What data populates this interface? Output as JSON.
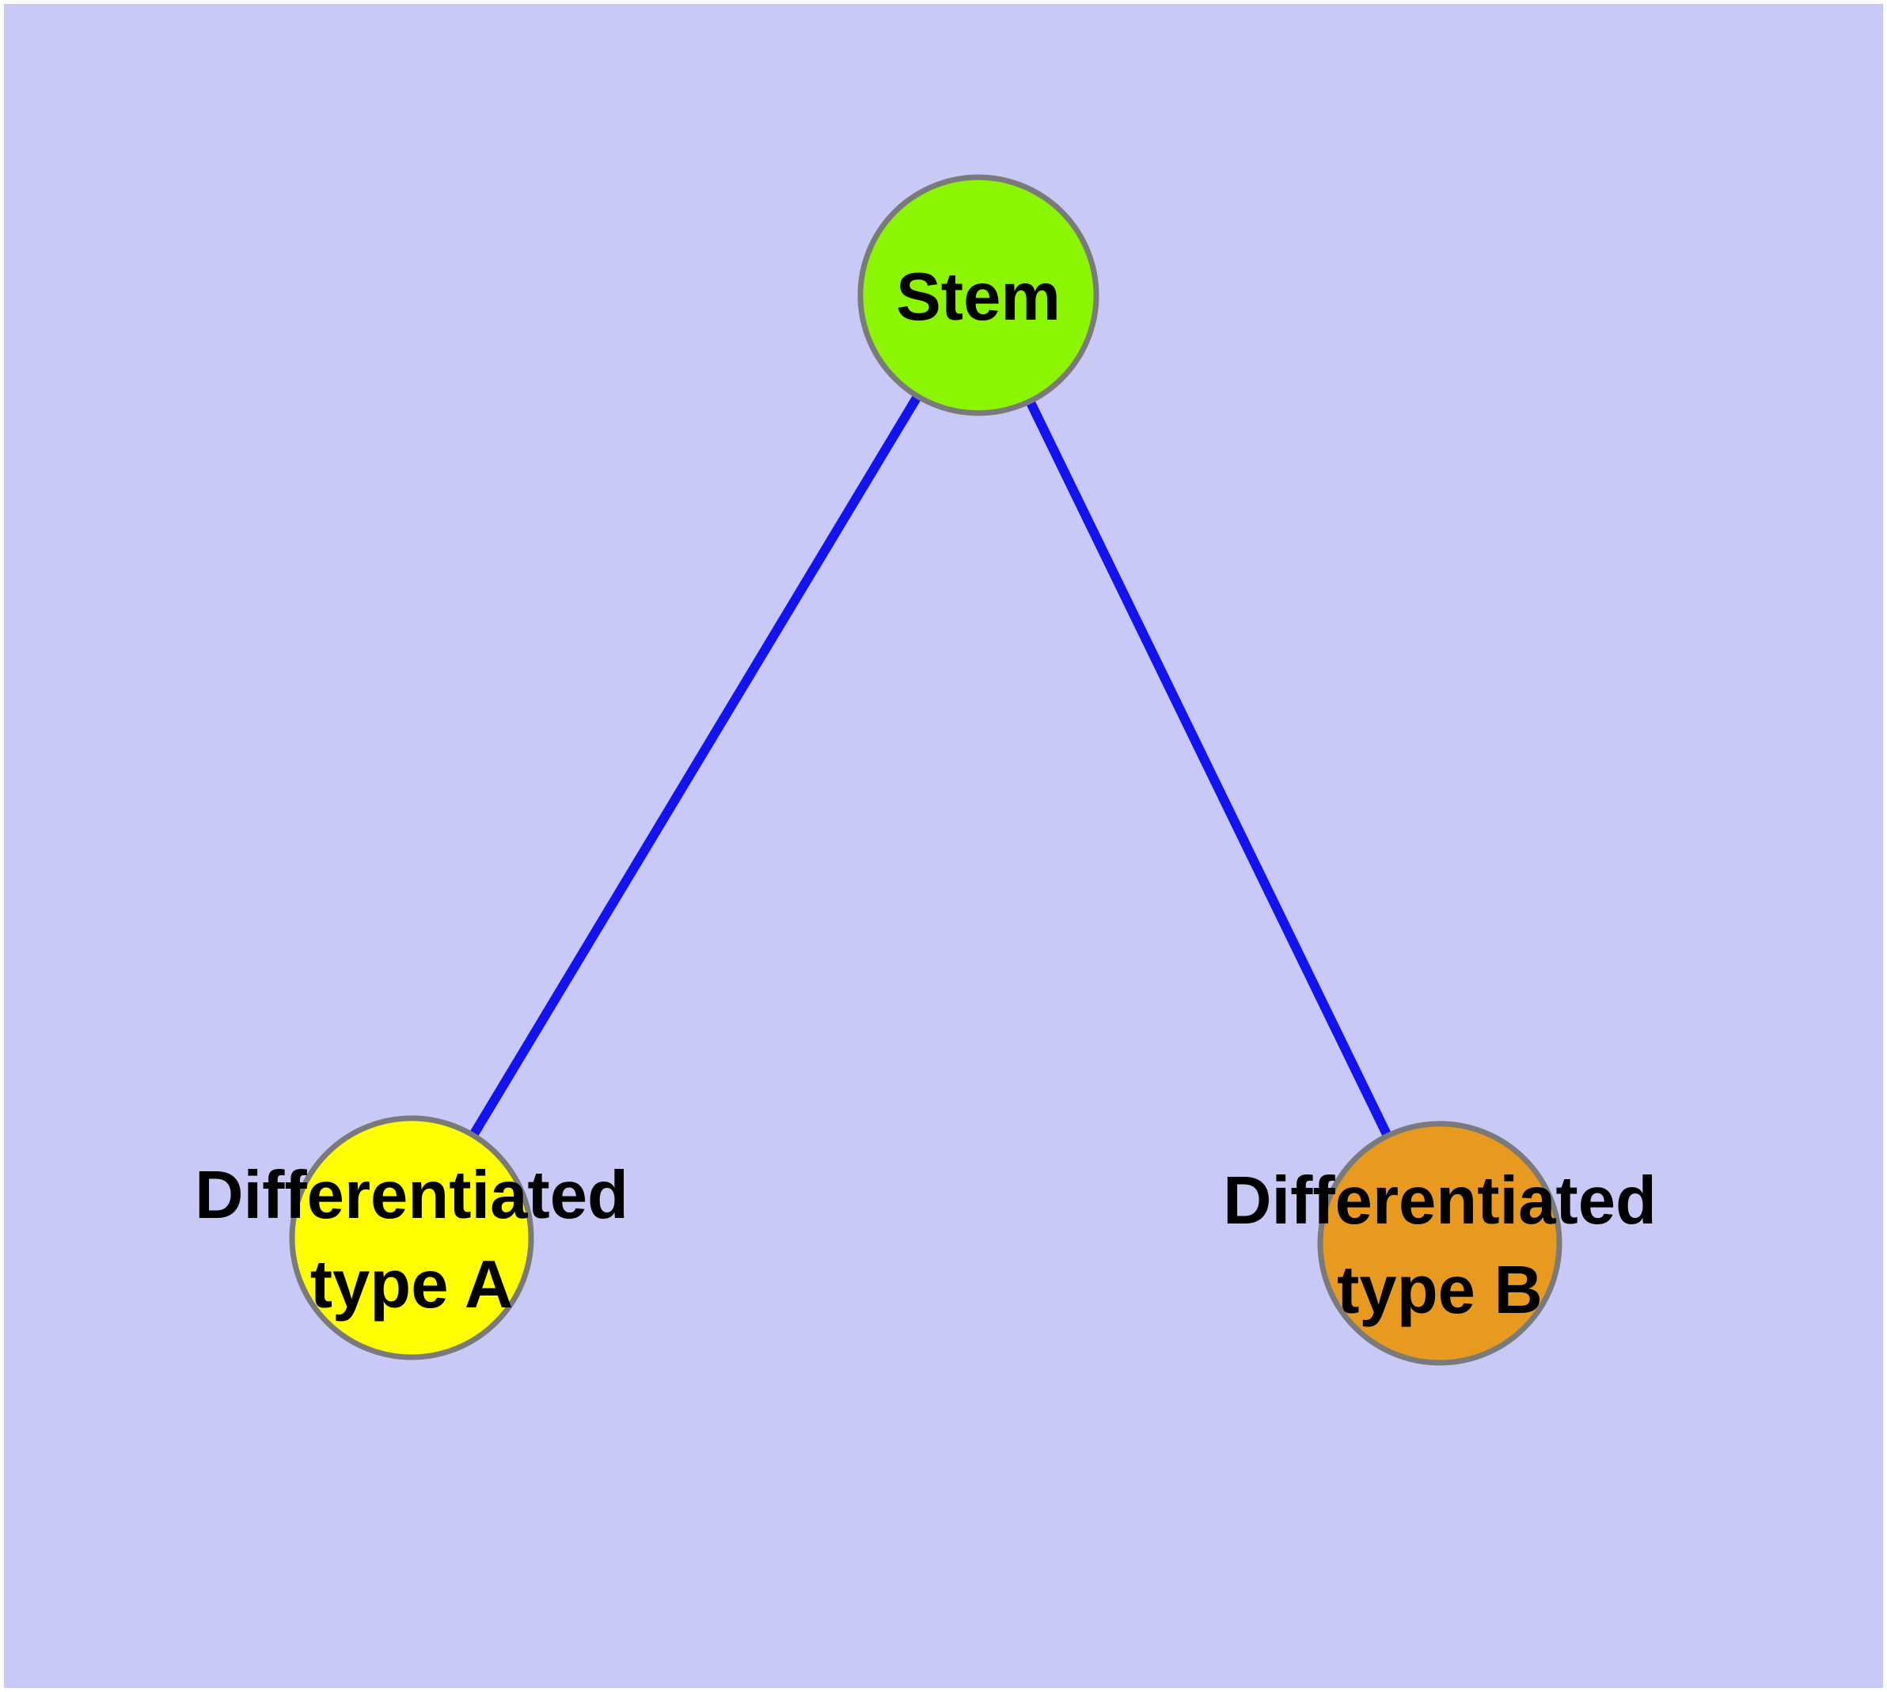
{
  "diagram": {
    "page_color": "#ffffff",
    "background_color": "#c9c9f8",
    "edge_color": "#1212f2",
    "node_border_color": "#7a7a7a",
    "text_color": "#000000",
    "nodes": [
      {
        "id": "stem",
        "label": "Stem",
        "fill": "#8cf502"
      },
      {
        "id": "differentiated-type-a",
        "label_line1": "Differentiated",
        "label_line2": "type A",
        "fill": "#ffff00"
      },
      {
        "id": "differentiated-type-b",
        "label_line1": "Differentiated",
        "label_line2": "type B",
        "fill": "#e79a1f"
      }
    ],
    "edges": [
      {
        "from": "stem",
        "to": "differentiated-type-a"
      },
      {
        "from": "stem",
        "to": "differentiated-type-b"
      }
    ]
  }
}
